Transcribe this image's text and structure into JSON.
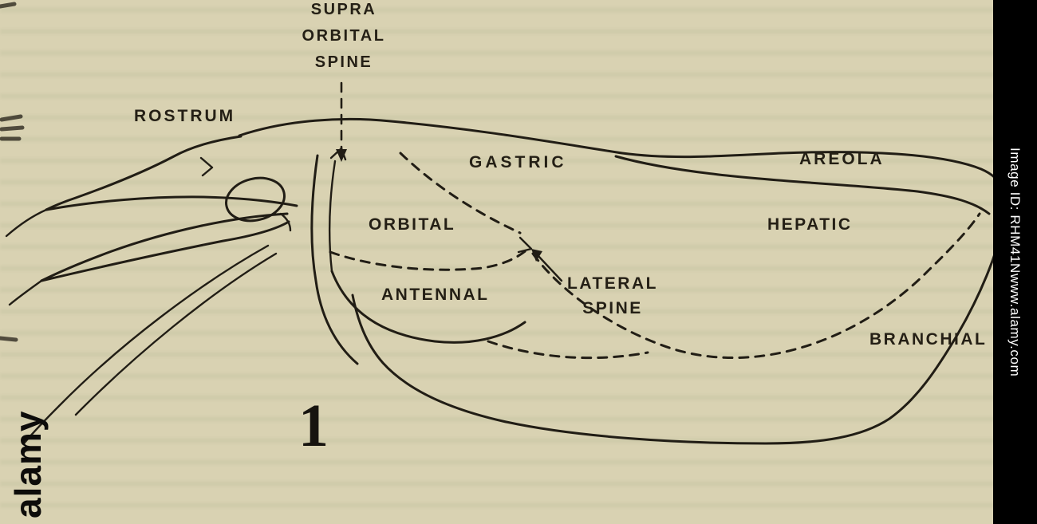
{
  "page": {
    "bg": "#d9d2b2",
    "ink": "#211d15"
  },
  "figure": {
    "number": "1",
    "labels": {
      "supra_orbital_spine": [
        "SUPRA",
        "ORBITAL",
        "SPINE"
      ],
      "rostrum": "ROSTRUM",
      "gastric": "GASTRIC",
      "areola": "AREOLA",
      "orbital": "ORBITAL",
      "hepatic": "HEPATIC",
      "antennal": "ANTENNAL",
      "lateral_spine": [
        "LATERAL",
        "SPINE"
      ],
      "branchial": "BRANCHIAL"
    }
  },
  "watermark": {
    "logo": "alamy",
    "image_id": "Image ID: RHM41N",
    "url": "www.alamy.com",
    "bar_bg": "#000000",
    "bar_text_color": "#ffffff"
  }
}
